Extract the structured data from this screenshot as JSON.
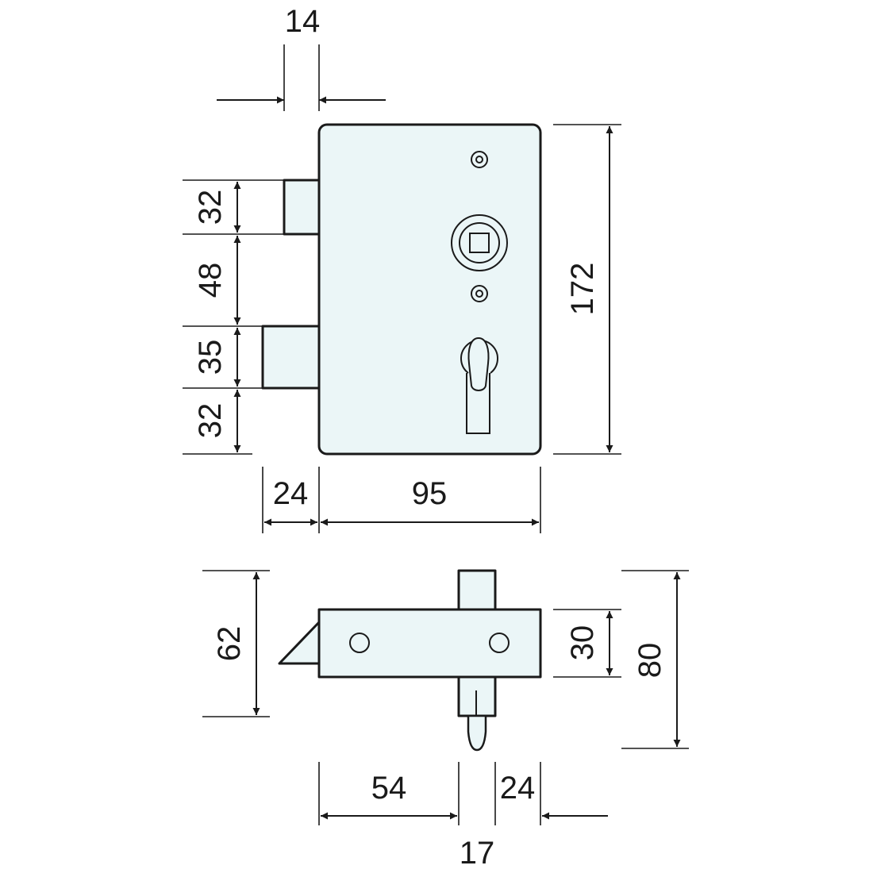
{
  "front_view": {
    "dim_cylinder_offset": "14",
    "dim_height_total": "172",
    "dim_upper_latch": "32",
    "dim_gap": "48",
    "dim_lower_bolt": "35",
    "dim_bottom": "32",
    "dim_bolt_throw": "24",
    "dim_case_width": "95"
  },
  "side_view": {
    "dim_latch_height": "62",
    "dim_case_depth": "30",
    "dim_overall_depth": "80",
    "dim_backset": "54",
    "dim_spindle": "17",
    "dim_right": "24"
  },
  "colors": {
    "part_fill": "#ebf6f7",
    "stroke": "#1a1a1a"
  }
}
